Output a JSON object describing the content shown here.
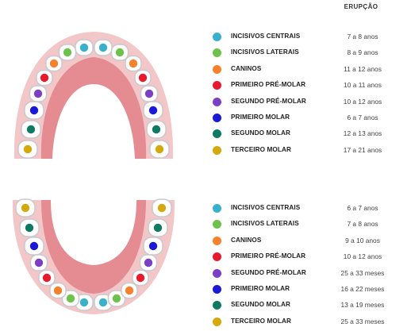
{
  "header": {
    "eruption": "ERUPÇÃO"
  },
  "colors": {
    "gum_outer": "#f3c6c8",
    "gum_inner": "#e58c93",
    "tooth": "#ffffff",
    "tooth_edge": "#c9c9cf"
  },
  "upper": [
    {
      "label": "INCISIVOS CENTRAIS",
      "age": "7 a 8 anos",
      "color": "#3ab1cc"
    },
    {
      "label": "INCISIVOS LATERAIS",
      "age": "8 a 9 anos",
      "color": "#6cc24a"
    },
    {
      "label": "CANINOS",
      "age": "11 a 12 anos",
      "color": "#f5822a"
    },
    {
      "label": "PRIMEIRO PRÉ-MOLAR",
      "age": "10 a 11 anos",
      "color": "#e8192c"
    },
    {
      "label": "SEGUNDO PRÉ-MOLAR",
      "age": "10 a 12 anos",
      "color": "#7b3fc6"
    },
    {
      "label": "PRIMEIRO MOLAR",
      "age": "6 a 7 anos",
      "color": "#1a1ad6"
    },
    {
      "label": "SEGUNDO MOLAR",
      "age": "12 a 13 anos",
      "color": "#0f7a64"
    },
    {
      "label": "TERCEIRO MOLAR",
      "age": "17 a 21 anos",
      "color": "#d4a90c"
    }
  ],
  "lower": [
    {
      "label": "INCISIVOS CENTRAIS",
      "age": "6 a 7 anos",
      "color": "#3ab1cc"
    },
    {
      "label": "INCISIVOS LATERAIS",
      "age": "7 a 8 anos",
      "color": "#6cc24a"
    },
    {
      "label": "CANINOS",
      "age": "9 a 10 anos",
      "color": "#f5822a"
    },
    {
      "label": "PRIMEIRO PRÉ-MOLAR",
      "age": "10 a 12 anos",
      "color": "#e8192c"
    },
    {
      "label": "SEGUNDO PRÉ-MOLAR",
      "age": "25 a 33 meses",
      "color": "#7b3fc6"
    },
    {
      "label": "PRIMEIRO MOLAR",
      "age": "16 a 22 meses",
      "color": "#1a1ad6"
    },
    {
      "label": "SEGUNDO MOLAR",
      "age": "13 a 19 meses",
      "color": "#0f7a64"
    },
    {
      "label": "TERCEIRO MOLAR",
      "age": "25 a 33 meses",
      "color": "#d4a90c"
    }
  ]
}
